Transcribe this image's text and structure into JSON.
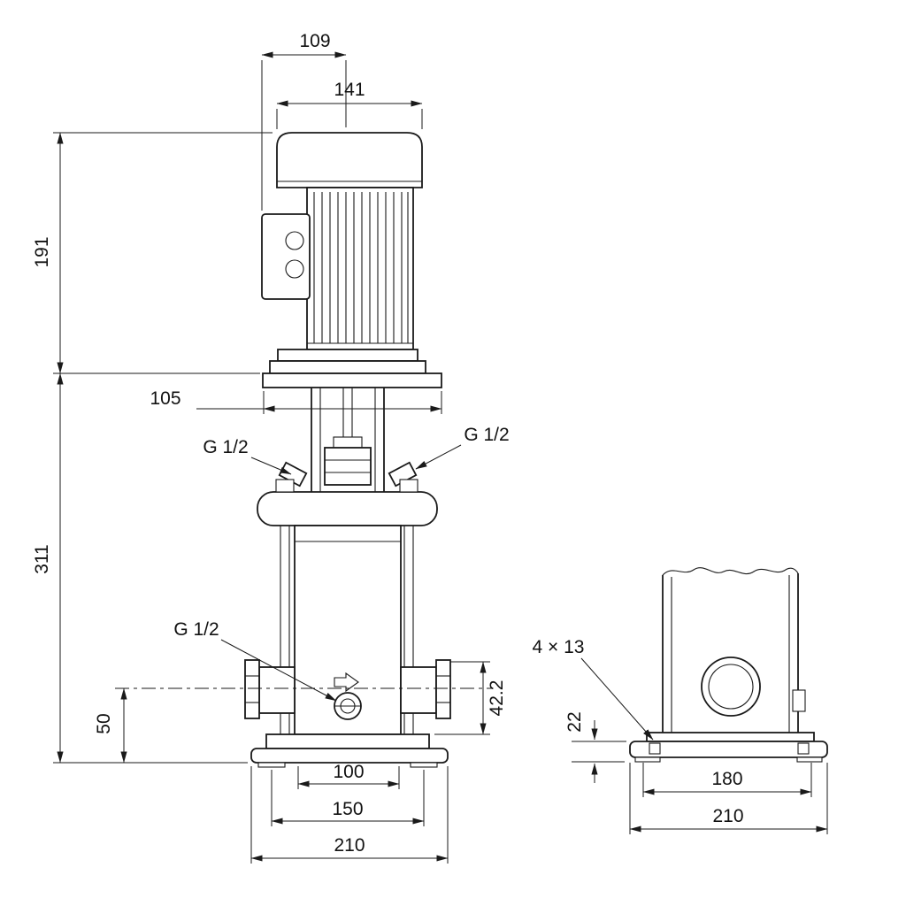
{
  "drawing": {
    "kind": "pump-outline-dimension-drawing",
    "colors": {
      "line": "#1a1a1a",
      "background": "#ffffff"
    },
    "front_view": {
      "dim_109": "109",
      "dim_141": "141",
      "dim_191": "191",
      "dim_105": "105",
      "dim_311": "311",
      "dim_50": "50",
      "dim_42_2": "42.2",
      "dim_100": "100",
      "dim_150": "150",
      "dim_210": "210",
      "port_top_left": "G 1/2",
      "port_top_right": "G 1/2",
      "port_drain": "G 1/2"
    },
    "side_view": {
      "holes": "4 × 13",
      "dim_22": "22",
      "dim_180": "180",
      "dim_210": "210"
    }
  }
}
